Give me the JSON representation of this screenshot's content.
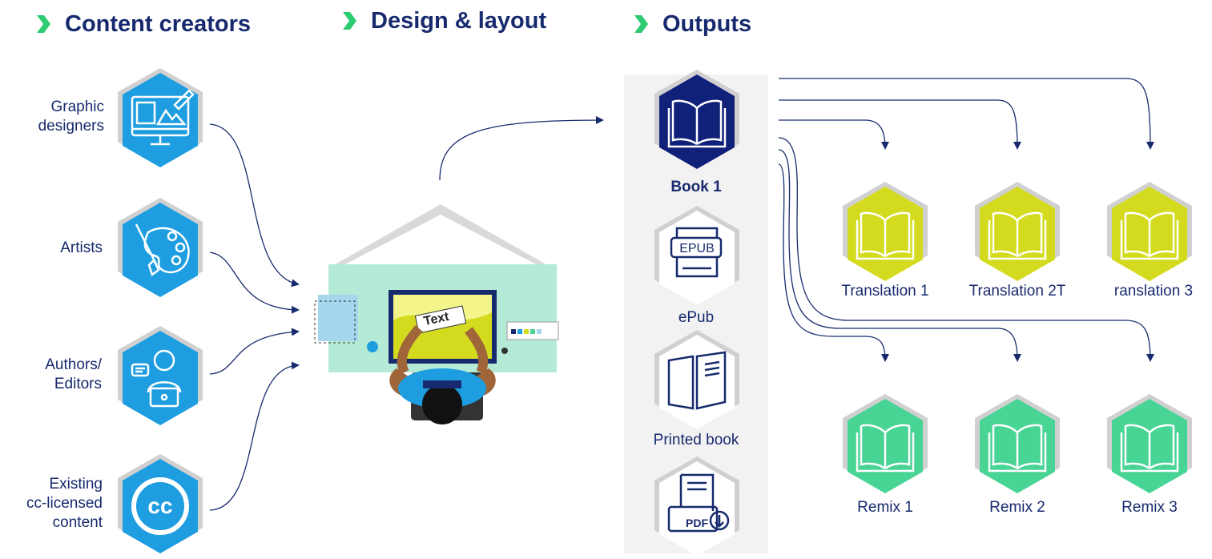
{
  "headers": {
    "content_creators": "Content creators",
    "design_layout": "Design & layout",
    "outputs": "Outputs"
  },
  "creators": {
    "graphic_designers": [
      "Graphic",
      "designers"
    ],
    "artists": "Artists",
    "authors_editors": [
      "Authors/",
      "Editors"
    ],
    "existing_cc": [
      "Existing",
      "cc-licensed",
      "content"
    ],
    "cc_icon_text": "cc"
  },
  "design": {
    "screen_text": "Text"
  },
  "outputs": {
    "book1": "Book 1",
    "epub_icon_text": "EPUB",
    "epub": "ePub",
    "printed_book": "Printed book",
    "pdf_icon_text": "PDF"
  },
  "derivatives": {
    "translation1": "Translation 1",
    "translation2": "Translation 2T",
    "translation3": "ranslation 3",
    "remix1": "Remix 1",
    "remix2": "Remix 2",
    "remix3": "Remix 3"
  },
  "colors": {
    "navy": "#172a6e",
    "creator_blue": "#1e9de0",
    "book_navy": "#10217a",
    "translation_yellow": "#d4db1f",
    "remix_green": "#47d494",
    "hex_border": "#d0d0d0",
    "panel_gray": "#f2f2f2",
    "chevron_green": "#2ecc71"
  }
}
